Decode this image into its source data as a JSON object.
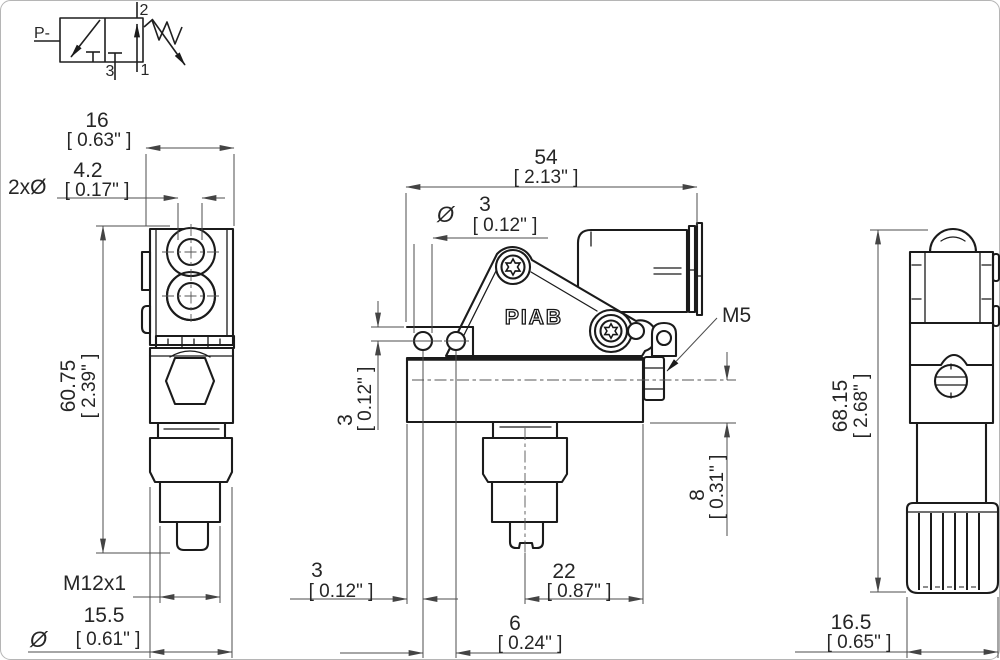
{
  "schematic": {
    "supply_label": "P-",
    "port_2": "2",
    "port_3": "3",
    "port_1": "1"
  },
  "front_view": {
    "width_mm": "16",
    "width_in": "[ 0.63\" ]",
    "hole_count": "2xØ",
    "hole_dia_mm": "4.2",
    "hole_dia_in": "[ 0.17\" ]",
    "height_mm": "60.75",
    "height_in": "[ 2.39\" ]",
    "thread": "M12x1",
    "dia_sym": "Ø",
    "body_dia_mm": "15.5",
    "body_dia_in": "[ 0.61\" ]"
  },
  "side_view": {
    "logo": "PIAB",
    "width_mm": "54",
    "width_in": "[ 2.13\" ]",
    "hole_dia_sym": "Ø",
    "hole_dia_mm": "3",
    "hole_dia_in": "[ 0.12\" ]",
    "flange_offset_mm": "3",
    "flange_offset_in": "[ 0.12\" ]",
    "port_thread": "M5",
    "port_depth_mm": "8",
    "port_depth_in": "[ 0.31\" ]",
    "edge_to_hole_mm": "3",
    "edge_to_hole_in": "[ 0.12\" ]",
    "center_to_edge_mm": "22",
    "center_to_edge_in": "[ 0.87\" ]",
    "hole_pitch_mm": "6",
    "hole_pitch_in": "[ 0.24\" ]"
  },
  "end_view": {
    "height_mm": "68.15",
    "height_in": "[ 2.68\" ]",
    "width_mm": "16.5",
    "width_in": "[ 0.65\" ]"
  }
}
